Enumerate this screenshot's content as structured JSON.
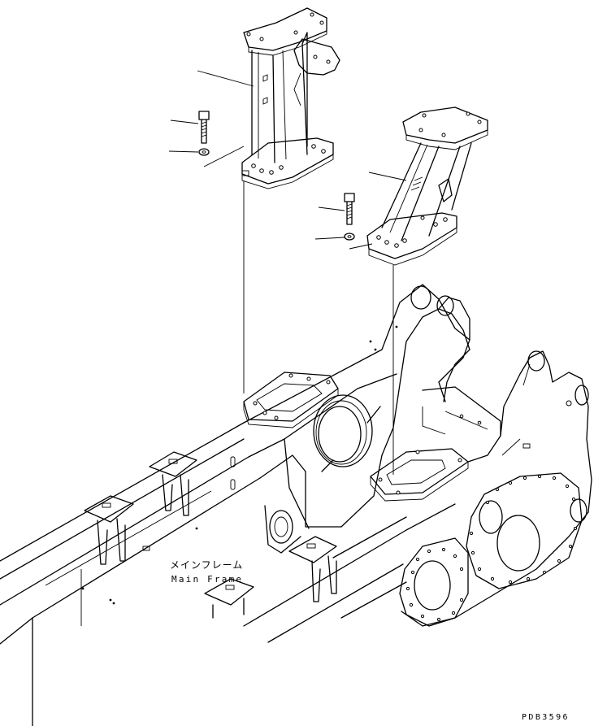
{
  "main_frame_label": {
    "japanese": "メインフレーム",
    "english": "Main Frame"
  },
  "drawing_code": "PDB3596",
  "parts": [
    {
      "name": "left-bracket",
      "icon": "bracket-icon"
    },
    {
      "name": "right-bracket",
      "icon": "bracket-icon"
    },
    {
      "name": "left-bolt",
      "icon": "bolt-icon"
    },
    {
      "name": "left-washer",
      "icon": "washer-icon"
    },
    {
      "name": "right-bolt",
      "icon": "bolt-icon"
    },
    {
      "name": "right-washer",
      "icon": "washer-icon"
    },
    {
      "name": "main-frame",
      "icon": "frame-icon"
    }
  ],
  "colors": {
    "line": "#000000",
    "background": "#ffffff"
  }
}
